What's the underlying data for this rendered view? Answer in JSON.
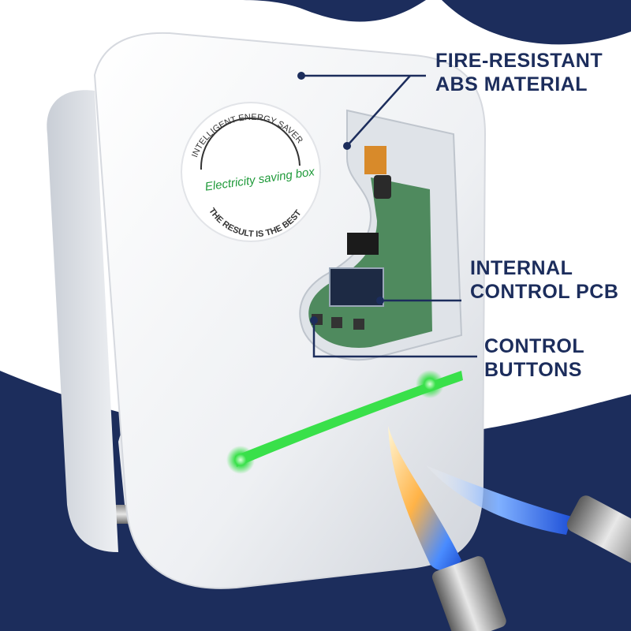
{
  "callouts": {
    "abs_material": {
      "line1": "FIRE-RESISTANT",
      "line2": "ABS MATERIAL"
    },
    "control_pcb": {
      "line1": "INTERNAL",
      "line2": "CONTROL PCB"
    },
    "control_buttons": {
      "line1": "CONTROL",
      "line2": "BUTTONS"
    }
  },
  "label_sticker": {
    "top_text": "INTELLIGENT ENERGY SAVER",
    "middle_text": "Electricity saving box",
    "bottom_text": "THE RESULT IS THE BEST"
  },
  "colors": {
    "navy_background": "#1c2d5c",
    "callout_text": "#1c2d5c",
    "device_white": "#f2f3f5",
    "led_green": "#39e04a",
    "pcb_green": "#4f8a5e",
    "sticker_green": "#1f9a3a",
    "flame_orange": "#ffb347",
    "flame_blue": "#3a7bff"
  },
  "icons": {
    "device": "energy-saver-plug-icon",
    "torches": "gas-torch-icon"
  }
}
